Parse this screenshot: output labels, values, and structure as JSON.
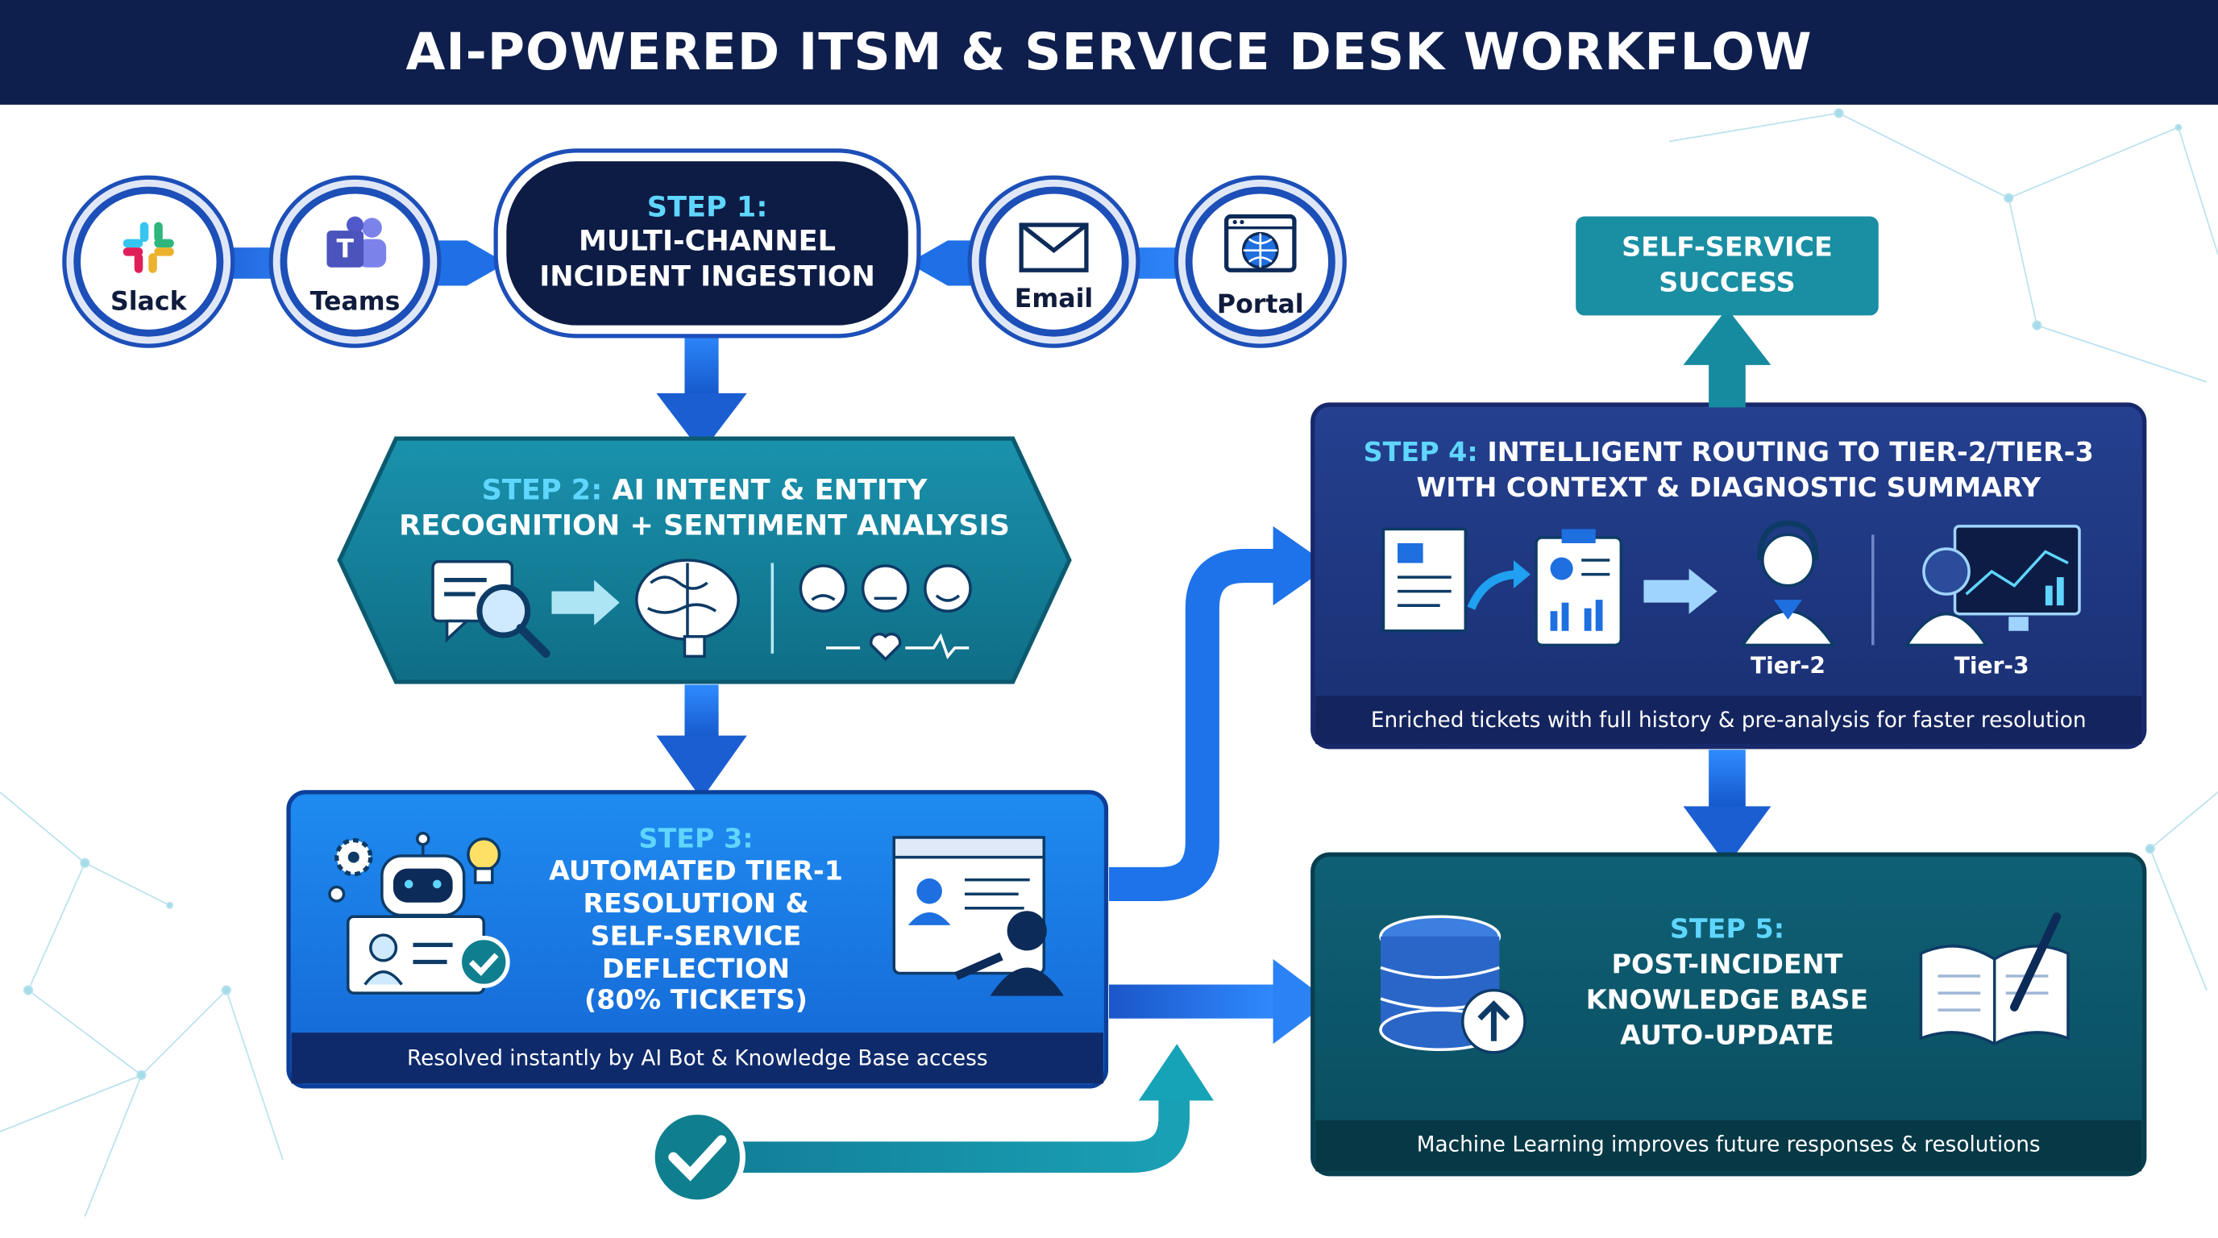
{
  "title": "AI-POWERED ITSM & SERVICE DESK WORKFLOW",
  "channels": [
    {
      "label": "Slack",
      "icon": "slack-icon"
    },
    {
      "label": "Teams",
      "icon": "teams-icon"
    },
    {
      "label": "Email",
      "icon": "email-icon"
    },
    {
      "label": "Portal",
      "icon": "portal-icon"
    }
  ],
  "step1": {
    "prefix": "STEP 1:",
    "line1": "MULTI-CHANNEL",
    "line2": "INCIDENT INGESTION"
  },
  "step2": {
    "prefix": "STEP 2:",
    "line1": "AI INTENT & ENTITY",
    "line2": "RECOGNITION + SENTIMENT ANALYSIS"
  },
  "step3": {
    "prefix": "STEP 3:",
    "lines": [
      "AUTOMATED TIER-1",
      "RESOLUTION &",
      "SELF-SERVICE",
      "DEFLECTION",
      "(80% TICKETS)"
    ],
    "footer": "Resolved instantly by AI Bot & Knowledge Base access"
  },
  "step4": {
    "prefix": "STEP 4:",
    "line1": "INTELLIGENT ROUTING TO TIER-2/TIER-3",
    "line2": "WITH CONTEXT & DIAGNOSTIC SUMMARY",
    "tier2": "Tier-2",
    "tier3": "Tier-3",
    "footer": "Enriched tickets with full history & pre-analysis for faster resolution"
  },
  "step5": {
    "prefix": "STEP 5:",
    "lines": [
      "POST-INCIDENT",
      "KNOWLEDGE BASE",
      "AUTO-UPDATE"
    ],
    "footer": "Machine Learning improves future responses & resolutions"
  },
  "self_service": {
    "line1": "SELF-SERVICE",
    "line2": "SUCCESS"
  },
  "colors": {
    "navy": "#0f1f4d",
    "blue": "#1d6fe0",
    "teal": "#16829a",
    "cyan": "#5fd6ff",
    "step4_bg": "#1e3a8a",
    "step5_bg": "#0e5b6e"
  }
}
